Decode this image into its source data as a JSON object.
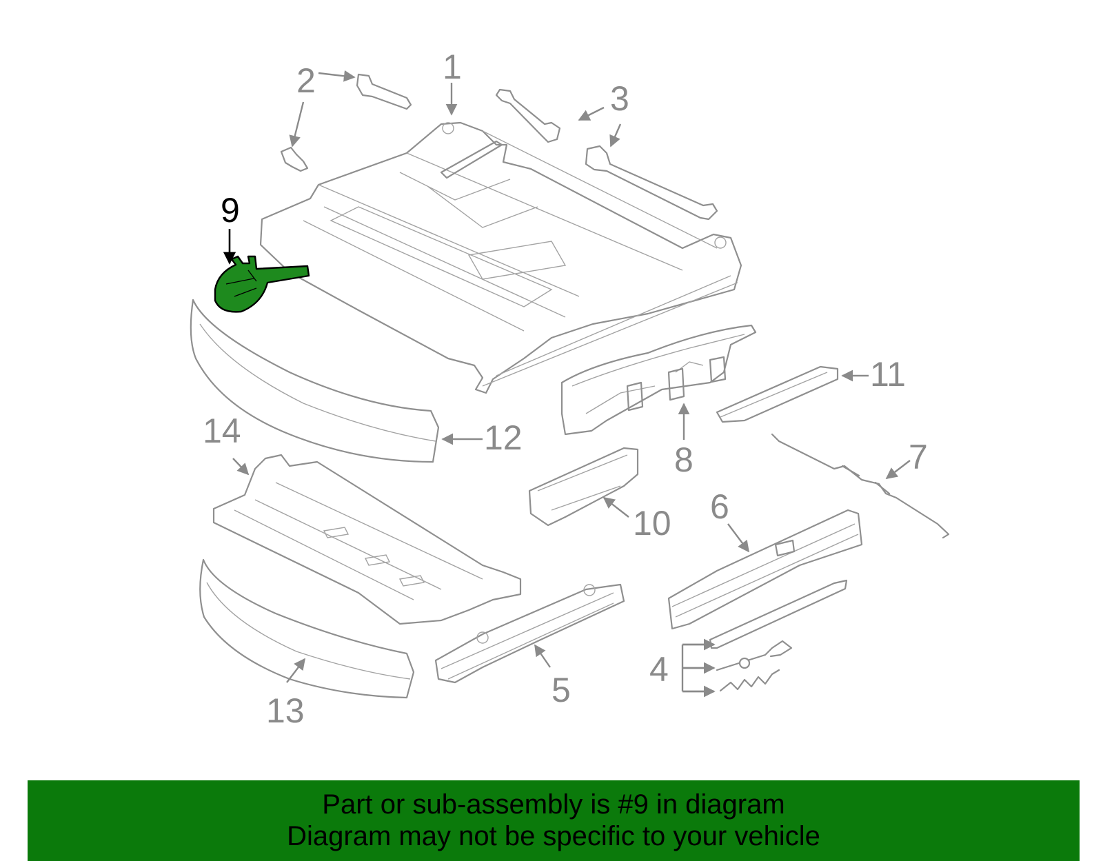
{
  "highlight_color": "#1e8a1e",
  "banner_color": "#0b7a0b",
  "callouts": {
    "c1": "1",
    "c2": "2",
    "c3": "3",
    "c4": "4",
    "c5": "5",
    "c6": "6",
    "c7": "7",
    "c8": "8",
    "c9": "9",
    "c10": "10",
    "c11": "11",
    "c12": "12",
    "c13": "13",
    "c14": "14"
  },
  "banner": {
    "line1": "Part or sub-assembly is #9 in diagram",
    "line2": "Diagram may not be specific to your vehicle"
  }
}
